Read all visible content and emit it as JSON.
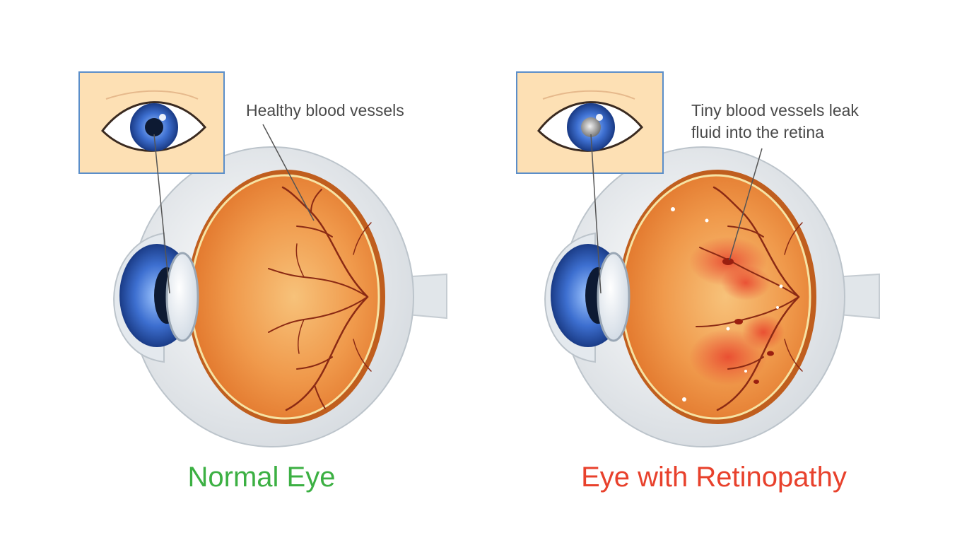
{
  "panels": [
    {
      "annotation_lines": [
        "Healthy blood vessels"
      ],
      "caption": "Normal Eye"
    },
    {
      "annotation_lines": [
        "Tiny blood vessels leak",
        "fluid into the retina"
      ],
      "caption": "Eye with Retinopathy"
    }
  ],
  "colors": {
    "caption_normal": "#3cb043",
    "caption_retinopathy": "#e8412c",
    "annotation_text": "#4a4a4a",
    "inset_fill": "#fde0b4",
    "inset_border": "#5b8ec9",
    "sclera": "#dfe4e8",
    "retina": "#ee8a3a",
    "vessel": "#8b2a14",
    "iris": "#2f5fb8",
    "leak": "#e8412c"
  }
}
